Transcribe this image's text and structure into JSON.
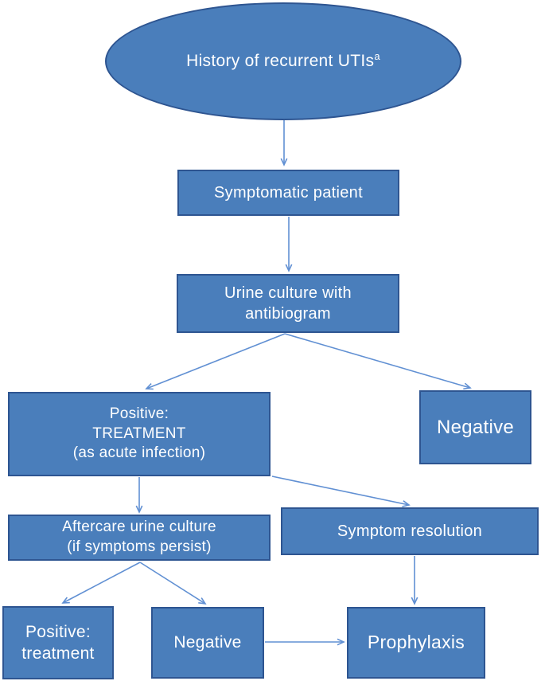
{
  "colors": {
    "node_fill": "#4a7ebb",
    "node_border": "#2e5591",
    "arrow": "#6190d3",
    "text": "#ffffff"
  },
  "nodes": {
    "history": {
      "label": "History of recurrent UTIs",
      "superscript": "a"
    },
    "symptomatic": {
      "label": "Symptomatic patient"
    },
    "urine_culture": {
      "label": "Urine culture with antibiogram"
    },
    "positive_treatment": {
      "line1": "Positive:",
      "line2": "TREATMENT",
      "line3": "(as acute infection)"
    },
    "negative_upper": {
      "label": "Negative"
    },
    "aftercare": {
      "line1": "Aftercare urine culture",
      "line2": "(if symptoms persist)"
    },
    "symptom_resolution": {
      "label": "Symptom resolution"
    },
    "positive_bottom": {
      "line1": "Positive:",
      "line2": "treatment"
    },
    "negative_bottom": {
      "label": "Negative"
    },
    "prophylaxis": {
      "label": "Prophylaxis"
    }
  }
}
